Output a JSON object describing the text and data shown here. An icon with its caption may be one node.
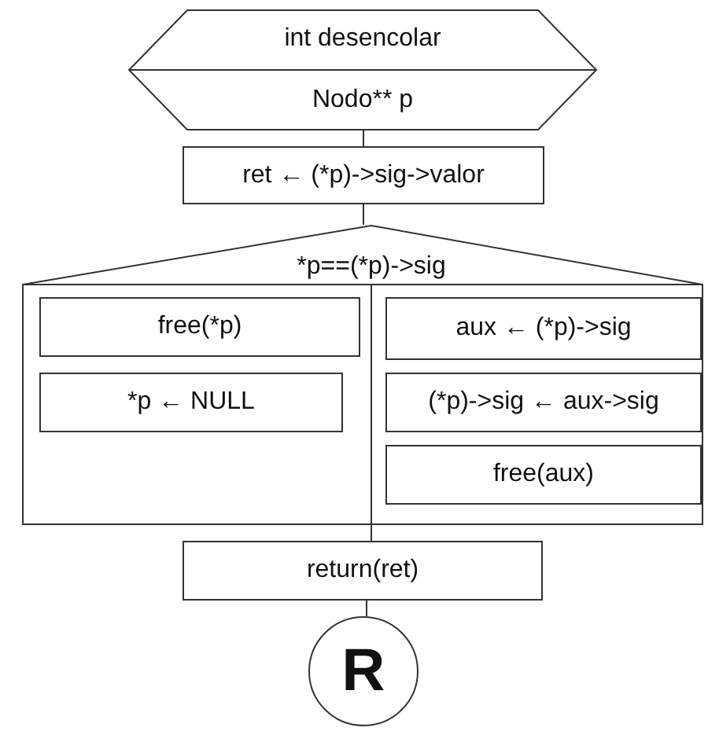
{
  "diagram": {
    "nodes": [
      {
        "text": [
          "int desencolar",
          "Nodo** p"
        ]
      },
      {
        "text": [
          "ret ← (*p)->sig->valor"
        ]
      },
      {
        "text": [
          "*p==(*p)->sig"
        ]
      },
      {
        "text": [
          "free(*p)"
        ],
        "in": 2
      },
      {
        "text": [
          "*p ← NULL"
        ],
        "in": 2
      },
      {
        "text": [
          "aux ← (*p)->sig"
        ],
        "in": 2
      },
      {
        "text": [
          "(*p)->sig ← aux->sig"
        ],
        "in": 2
      },
      {
        "text": [
          "free(aux)"
        ],
        "in": 2
      },
      {
        "text": [
          "return(ret)"
        ]
      },
      {
        "text": [
          "R"
        ]
      }
    ],
    "edges": [
      {
        "from": 0,
        "to": 1,
        "arrow": "none"
      },
      {
        "from": 1,
        "to": 2,
        "arrow": "none"
      },
      {
        "from": 2,
        "to": 8,
        "arrow": "none"
      },
      {
        "from": 8,
        "to": 9,
        "arrow": "none"
      }
    ]
  }
}
